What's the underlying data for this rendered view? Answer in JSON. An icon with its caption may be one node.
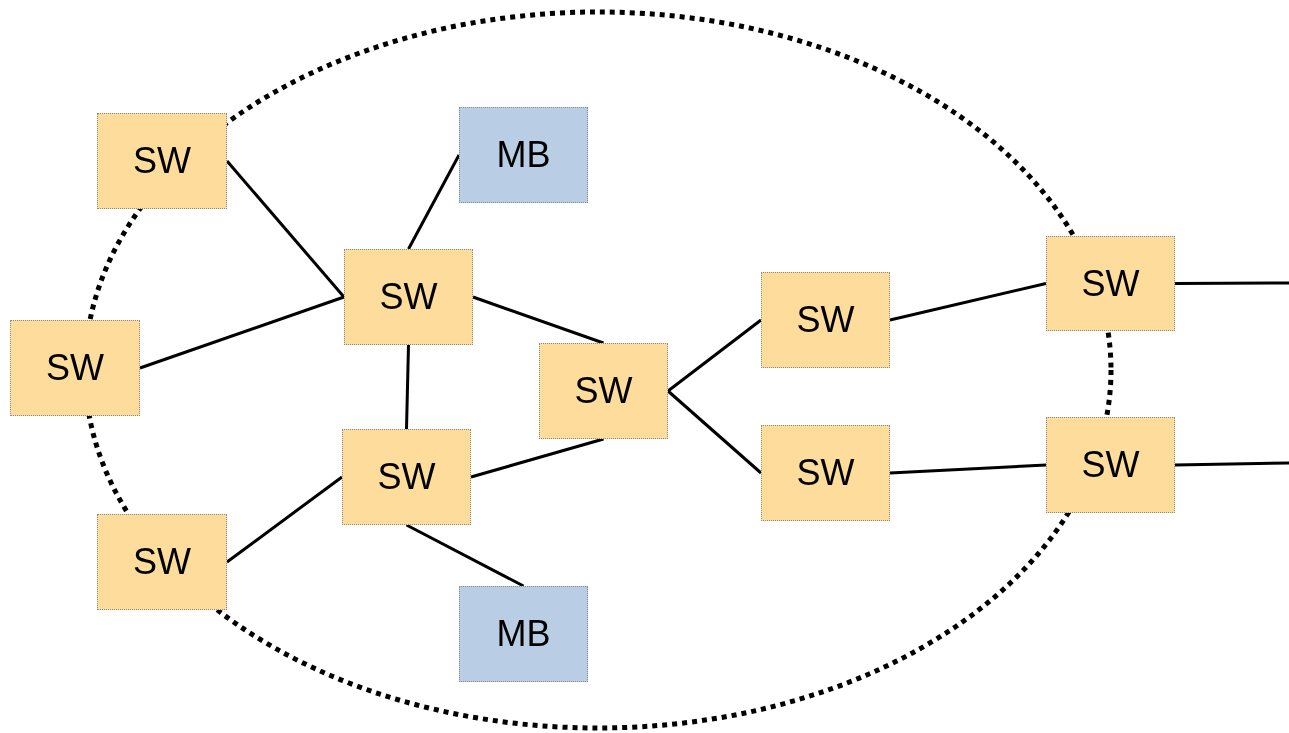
{
  "diagram": {
    "nodes": [
      {
        "text": [
          "SW"
        ]
      },
      {
        "text": [
          "MB"
        ]
      },
      {
        "text": [
          "SW"
        ]
      },
      {
        "text": [
          "SW"
        ]
      },
      {
        "text": [
          "SW"
        ]
      },
      {
        "text": [
          "SW"
        ]
      },
      {
        "text": [
          "SW"
        ]
      },
      {
        "text": [
          "SW"
        ]
      },
      {
        "text": [
          "SW"
        ]
      },
      {
        "text": [
          "SW"
        ]
      },
      {
        "text": [
          "SW"
        ]
      },
      {
        "text": [
          "MB"
        ]
      }
    ],
    "edges": [
      {
        "from": 0,
        "to": 3,
        "arrow": "none"
      },
      {
        "from": 2,
        "to": 3,
        "arrow": "none"
      },
      {
        "from": 1,
        "to": 3,
        "arrow": "none"
      },
      {
        "from": 3,
        "to": 4,
        "arrow": "none"
      },
      {
        "from": 3,
        "to": 7,
        "arrow": "none"
      },
      {
        "from": 7,
        "to": 4,
        "arrow": "none"
      },
      {
        "from": 10,
        "to": 7,
        "arrow": "none"
      },
      {
        "from": 7,
        "to": 11,
        "arrow": "none"
      },
      {
        "from": 4,
        "to": 5,
        "arrow": "none"
      },
      {
        "from": 4,
        "to": 8,
        "arrow": "none"
      },
      {
        "from": 5,
        "to": 6,
        "arrow": "none"
      },
      {
        "from": 8,
        "to": 9,
        "arrow": "none"
      },
      {
        "from": 6,
        "to": null,
        "arrow": "none"
      },
      {
        "from": 9,
        "to": null,
        "arrow": "none"
      }
    ]
  }
}
